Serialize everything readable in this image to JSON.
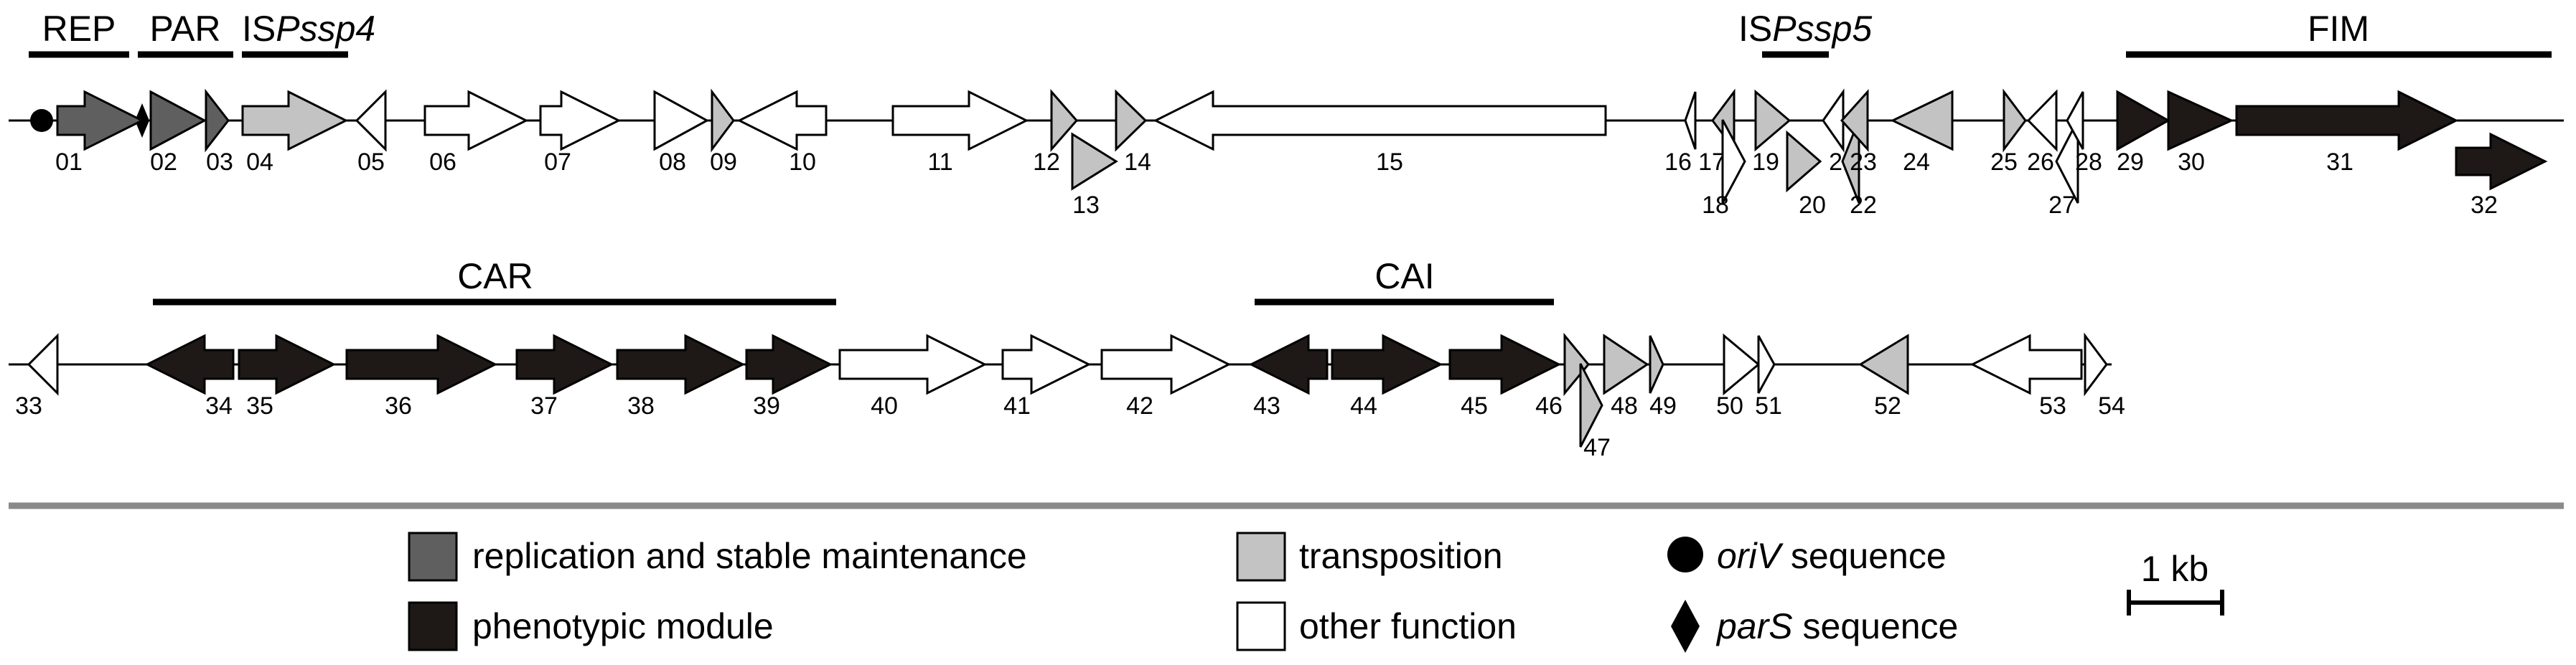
{
  "colors": {
    "replication": "#5f5f5f",
    "phenotypic": "#1e1817",
    "transposition": "#c3c3c3",
    "other": "#ffffff",
    "stroke": "#000000",
    "separator": "#8a8a8a"
  },
  "modules": [
    {
      "id": "rep",
      "text": "REP"
    },
    {
      "id": "par",
      "text": "PAR"
    },
    {
      "id": "is4",
      "prefix": "IS",
      "italic": "Pssp4"
    },
    {
      "id": "is5",
      "prefix": "IS",
      "italic": "Pssp5"
    },
    {
      "id": "fim",
      "text": "FIM"
    },
    {
      "id": "car",
      "text": "CAR"
    },
    {
      "id": "cai",
      "text": "CAI"
    }
  ],
  "genes": [
    {
      "num": "01",
      "type": "replication",
      "dir": "right",
      "row": 1
    },
    {
      "num": "02",
      "type": "replication",
      "dir": "right",
      "row": 1
    },
    {
      "num": "03",
      "type": "replication",
      "dir": "right",
      "row": 1
    },
    {
      "num": "04",
      "type": "transposition",
      "dir": "right",
      "row": 1
    },
    {
      "num": "05",
      "type": "other",
      "dir": "left",
      "row": 1
    },
    {
      "num": "06",
      "type": "other",
      "dir": "right",
      "row": 1
    },
    {
      "num": "07",
      "type": "other",
      "dir": "right",
      "row": 1
    },
    {
      "num": "08",
      "type": "other",
      "dir": "right",
      "row": 1
    },
    {
      "num": "09",
      "type": "transposition",
      "dir": "right",
      "row": 1
    },
    {
      "num": "10",
      "type": "other",
      "dir": "left",
      "row": 1
    },
    {
      "num": "11",
      "type": "other",
      "dir": "right",
      "row": 1
    },
    {
      "num": "12",
      "type": "transposition",
      "dir": "right",
      "row": 1
    },
    {
      "num": "13",
      "type": "transposition",
      "dir": "right",
      "row": 1
    },
    {
      "num": "14",
      "type": "transposition",
      "dir": "right",
      "row": 1
    },
    {
      "num": "15",
      "type": "other",
      "dir": "left",
      "row": 1
    },
    {
      "num": "16",
      "type": "other",
      "dir": "left",
      "row": 1
    },
    {
      "num": "17",
      "type": "transposition",
      "dir": "left",
      "row": 1
    },
    {
      "num": "18",
      "type": "other",
      "dir": "right",
      "row": 1
    },
    {
      "num": "19",
      "type": "transposition",
      "dir": "right",
      "row": 1
    },
    {
      "num": "20",
      "type": "transposition",
      "dir": "right",
      "row": 1
    },
    {
      "num": "21",
      "type": "other",
      "dir": "left",
      "row": 1
    },
    {
      "num": "22",
      "type": "transposition",
      "dir": "left",
      "row": 1
    },
    {
      "num": "23",
      "type": "transposition",
      "dir": "left",
      "row": 1
    },
    {
      "num": "24",
      "type": "transposition",
      "dir": "left",
      "row": 1
    },
    {
      "num": "25",
      "type": "transposition",
      "dir": "right",
      "row": 1
    },
    {
      "num": "26",
      "type": "other",
      "dir": "left",
      "row": 1
    },
    {
      "num": "27",
      "type": "other",
      "dir": "left",
      "row": 1
    },
    {
      "num": "28",
      "type": "other",
      "dir": "left",
      "row": 1
    },
    {
      "num": "29",
      "type": "phenotypic",
      "dir": "right",
      "row": 1
    },
    {
      "num": "30",
      "type": "phenotypic",
      "dir": "right",
      "row": 1
    },
    {
      "num": "31",
      "type": "phenotypic",
      "dir": "right",
      "row": 1
    },
    {
      "num": "32",
      "type": "phenotypic",
      "dir": "right",
      "row": 1
    },
    {
      "num": "33",
      "type": "other",
      "dir": "left",
      "row": 2
    },
    {
      "num": "34",
      "type": "phenotypic",
      "dir": "left",
      "row": 2
    },
    {
      "num": "35",
      "type": "phenotypic",
      "dir": "right",
      "row": 2
    },
    {
      "num": "36",
      "type": "phenotypic",
      "dir": "right",
      "row": 2
    },
    {
      "num": "37",
      "type": "phenotypic",
      "dir": "right",
      "row": 2
    },
    {
      "num": "38",
      "type": "phenotypic",
      "dir": "right",
      "row": 2
    },
    {
      "num": "39",
      "type": "phenotypic",
      "dir": "right",
      "row": 2
    },
    {
      "num": "40",
      "type": "other",
      "dir": "right",
      "row": 2
    },
    {
      "num": "41",
      "type": "other",
      "dir": "right",
      "row": 2
    },
    {
      "num": "42",
      "type": "other",
      "dir": "right",
      "row": 2
    },
    {
      "num": "43",
      "type": "phenotypic",
      "dir": "left",
      "row": 2
    },
    {
      "num": "44",
      "type": "phenotypic",
      "dir": "right",
      "row": 2
    },
    {
      "num": "45",
      "type": "phenotypic",
      "dir": "right",
      "row": 2
    },
    {
      "num": "46",
      "type": "transposition",
      "dir": "right",
      "row": 2
    },
    {
      "num": "47",
      "type": "transposition",
      "dir": "right",
      "row": 2
    },
    {
      "num": "48",
      "type": "transposition",
      "dir": "right",
      "row": 2
    },
    {
      "num": "49",
      "type": "transposition",
      "dir": "right",
      "row": 2
    },
    {
      "num": "50",
      "type": "other",
      "dir": "right",
      "row": 2
    },
    {
      "num": "51",
      "type": "other",
      "dir": "right",
      "row": 2
    },
    {
      "num": "52",
      "type": "transposition",
      "dir": "left",
      "row": 2
    },
    {
      "num": "53",
      "type": "other",
      "dir": "left",
      "row": 2
    },
    {
      "num": "54",
      "type": "other",
      "dir": "right",
      "row": 2
    }
  ],
  "legend": {
    "replication": "replication and stable maintenance",
    "phenotypic": "phenotypic module",
    "transposition": "transposition",
    "other": "other function",
    "oriv": {
      "italic": "oriV",
      "rest": " sequence"
    },
    "pars": {
      "italic": "parS",
      "rest": " sequence"
    },
    "scale": "1 kb"
  }
}
